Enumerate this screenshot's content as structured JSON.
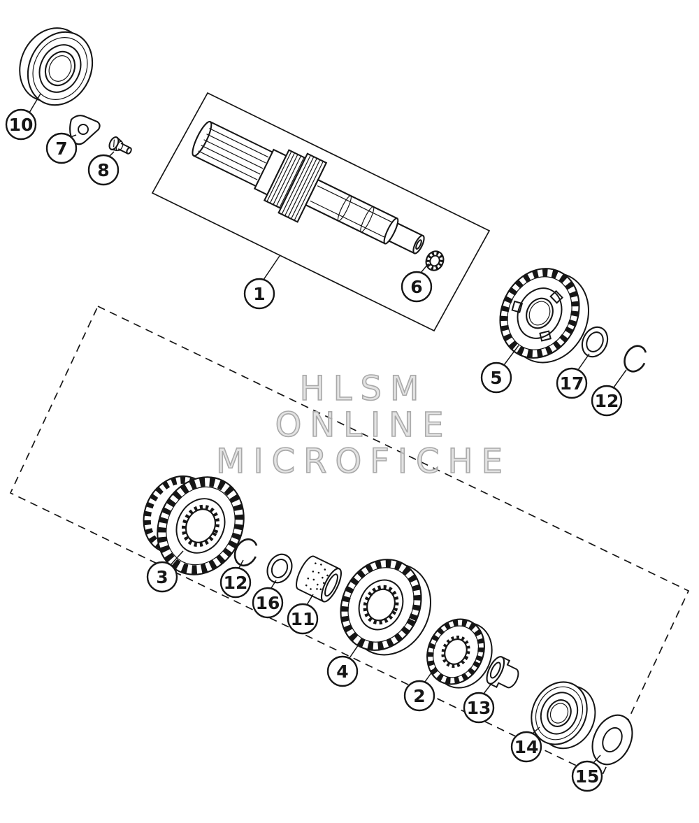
{
  "diagram": {
    "type": "exploded-parts-diagram",
    "subject": "Transmission shafts and gears microfiche drawing",
    "colors": {
      "line": "#161616",
      "background": "#ffffff",
      "watermark": "#c9c9c9"
    },
    "watermark": {
      "lines": [
        "HLSM",
        "ONLINE",
        "MICROFICHE"
      ]
    },
    "callouts": [
      {
        "label": "10",
        "part": "ball-bearing"
      },
      {
        "label": "7",
        "part": "lock-plate"
      },
      {
        "label": "8",
        "part": "screw"
      },
      {
        "label": "1",
        "part": "main-shaft"
      },
      {
        "label": "6",
        "part": "clip"
      },
      {
        "label": "5",
        "part": "gear"
      },
      {
        "label": "17",
        "part": "washer"
      },
      {
        "label": "12",
        "part": "circlip"
      },
      {
        "label": "3",
        "part": "gear-cluster"
      },
      {
        "label": "12",
        "part": "circlip"
      },
      {
        "label": "16",
        "part": "washer"
      },
      {
        "label": "11",
        "part": "bushing"
      },
      {
        "label": "4",
        "part": "gear"
      },
      {
        "label": "2",
        "part": "gear"
      },
      {
        "label": "13",
        "part": "spacer"
      },
      {
        "label": "14",
        "part": "ball-bearing"
      },
      {
        "label": "15",
        "part": "shim-washer"
      }
    ]
  }
}
